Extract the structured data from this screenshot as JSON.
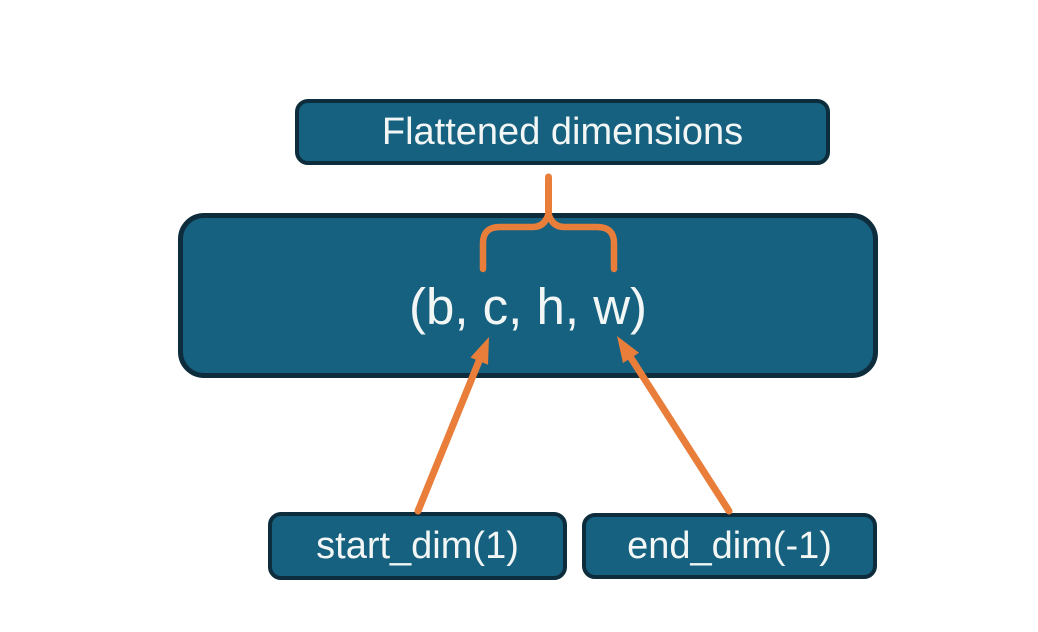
{
  "diagram": {
    "title_box": {
      "label": "Flattened dimensions"
    },
    "main_box": {
      "label": "(b, c, h, w)"
    },
    "bottom_left_box": {
      "label": "start_dim(1)"
    },
    "bottom_right_box": {
      "label": "end_dim(-1)"
    },
    "connectors": {
      "brace": "overbrace spanning the c and h dimensions, linked by a stem to the Flattened dimensions box",
      "arrow_left": "arrow from start_dim(1) box pointing to dimension c",
      "arrow_right": "arrow from end_dim(-1) box pointing to dimension w"
    },
    "colors": {
      "background": "#ffffff",
      "box_fill": "#176180",
      "box_border": "#0e2d3c",
      "text": "#f2f6f4",
      "accent_orange": "#e87e3a"
    }
  }
}
